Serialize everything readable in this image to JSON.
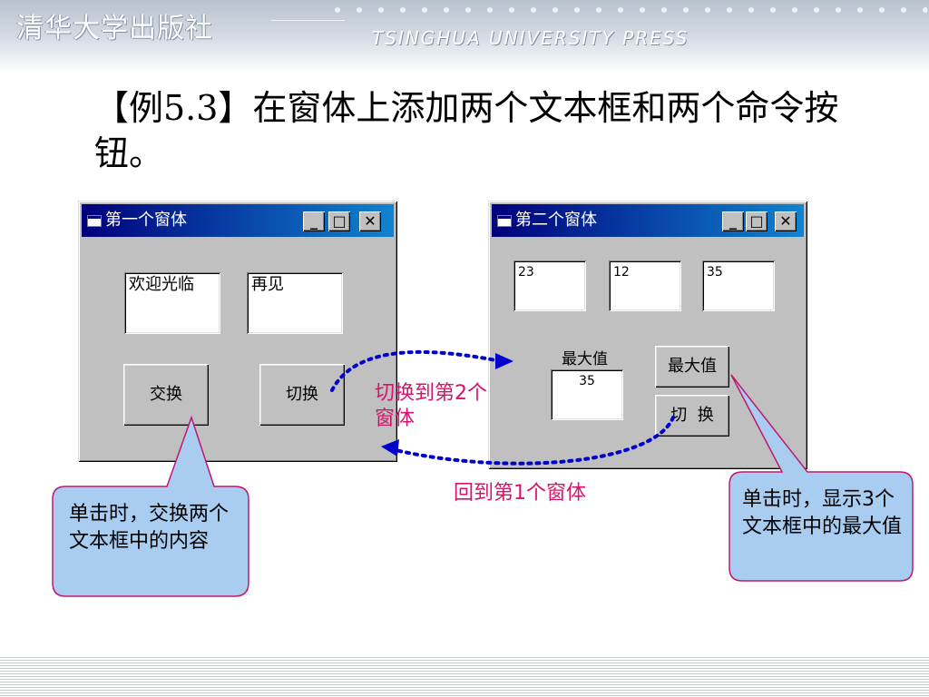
{
  "header": {
    "publisher_cn": "清华大学出版社",
    "publisher_en": "TSINGHUA UNIVERSITY PRESS"
  },
  "slide": {
    "title": "【例5.3】在窗体上添加两个文本框和两个命令按钮。"
  },
  "form1": {
    "title": "第一个窗体",
    "textbox1": "欢迎光临",
    "textbox2": "再见",
    "btn_swap": "交换",
    "btn_switch": "切换"
  },
  "form2": {
    "title": "第二个窗体",
    "text1": "23",
    "text2": "12",
    "text3": "35",
    "max_label": "最大值",
    "max_value": "35",
    "btn_max": "最大值",
    "btn_switch": "切  换"
  },
  "notes": {
    "to_form2": "切换到第2个窗体",
    "back_form1": "回到第1个窗体"
  },
  "callouts": {
    "left": "单击时，交换两个文本框中的内容",
    "right": "单击时，显示3个文本框中的最大值"
  },
  "colors": {
    "accent": "#d4146c",
    "arrow": "#0000cc",
    "callout_fill": "#a9cdf0",
    "callout_border": "#c01870",
    "titlebar_start": "#00007b",
    "titlebar_end": "#1084d0",
    "window_face": "#c0c0c0"
  }
}
